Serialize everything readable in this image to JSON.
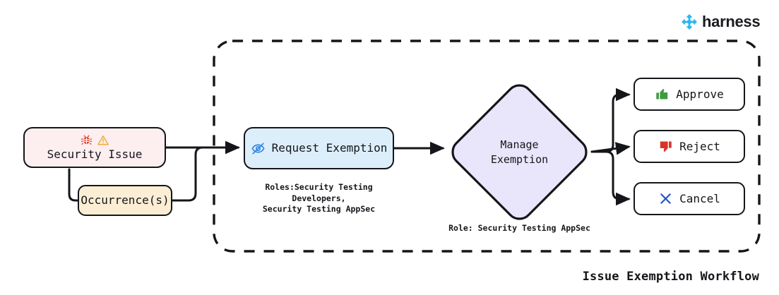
{
  "brand": {
    "name": "harness",
    "logo_icon": "harness-logo-icon",
    "color": "#2ab7f2"
  },
  "diagram": {
    "title": "Issue Exemption Workflow",
    "container_style": "dashed",
    "nodes": [
      {
        "id": "security-issue",
        "label": "Security Issue",
        "shape": "rounded-rect",
        "fill": "#fdeef0",
        "icons": [
          "bug-icon",
          "warning-triangle-icon"
        ]
      },
      {
        "id": "occurrences",
        "label": "Occurrence(s)",
        "shape": "rounded-rect",
        "fill": "#fbeed4",
        "icons": []
      },
      {
        "id": "request-exemption",
        "label": "Request Exemption",
        "shape": "rounded-rect",
        "fill": "#ddeefb",
        "icons": [
          "eye-slash-icon"
        ]
      },
      {
        "id": "manage-exemption",
        "label": "Manage\nExemption",
        "label_line1": "Manage",
        "label_line2": "Exemption",
        "shape": "diamond",
        "fill": "#e9e6fb",
        "icons": []
      },
      {
        "id": "approve",
        "label": "Approve",
        "shape": "rounded-rect",
        "fill": "#ffffff",
        "icons": [
          "thumbs-up-icon"
        ],
        "icon_color": "#3f9c41"
      },
      {
        "id": "reject",
        "label": "Reject",
        "shape": "rounded-rect",
        "fill": "#ffffff",
        "icons": [
          "thumbs-down-icon"
        ],
        "icon_color": "#d8342a"
      },
      {
        "id": "cancel",
        "label": "Cancel",
        "shape": "rounded-rect",
        "fill": "#ffffff",
        "icons": [
          "close-x-icon"
        ],
        "icon_color": "#2558c8"
      }
    ],
    "captions": {
      "request_exemption_roles": "Roles:Security Testing Developers,\nSecurity Testing AppSec",
      "manage_exemption_role": "Role: Security Testing AppSec"
    },
    "edges": [
      {
        "from": "security-issue",
        "to": "request-exemption"
      },
      {
        "from": "security-issue",
        "to": "occurrences"
      },
      {
        "from": "occurrences",
        "to": "request-exemption"
      },
      {
        "from": "request-exemption",
        "to": "manage-exemption"
      },
      {
        "from": "manage-exemption",
        "to": "approve"
      },
      {
        "from": "manage-exemption",
        "to": "reject"
      },
      {
        "from": "manage-exemption",
        "to": "cancel"
      }
    ]
  }
}
